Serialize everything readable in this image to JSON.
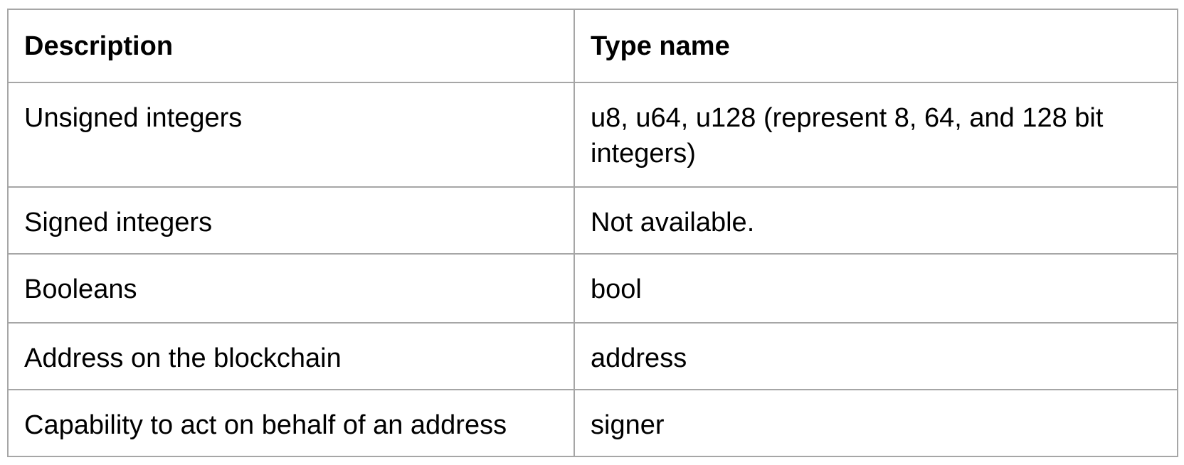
{
  "table": {
    "columns": [
      "Description",
      "Type name"
    ],
    "rows": [
      {
        "description": "Unsigned integers",
        "type_name": "u8, u64, u128 (represent 8, 64, and 128 bit integers)"
      },
      {
        "description": "Signed integers",
        "type_name": "Not available."
      },
      {
        "description": "Booleans",
        "type_name": "bool"
      },
      {
        "description": "Address on the blockchain",
        "type_name": "address"
      },
      {
        "description": "Capability to act on behalf of an address",
        "type_name": "signer"
      }
    ],
    "colors": {
      "border": "#a6a6a6",
      "text": "#000000",
      "background": "#ffffff"
    }
  }
}
